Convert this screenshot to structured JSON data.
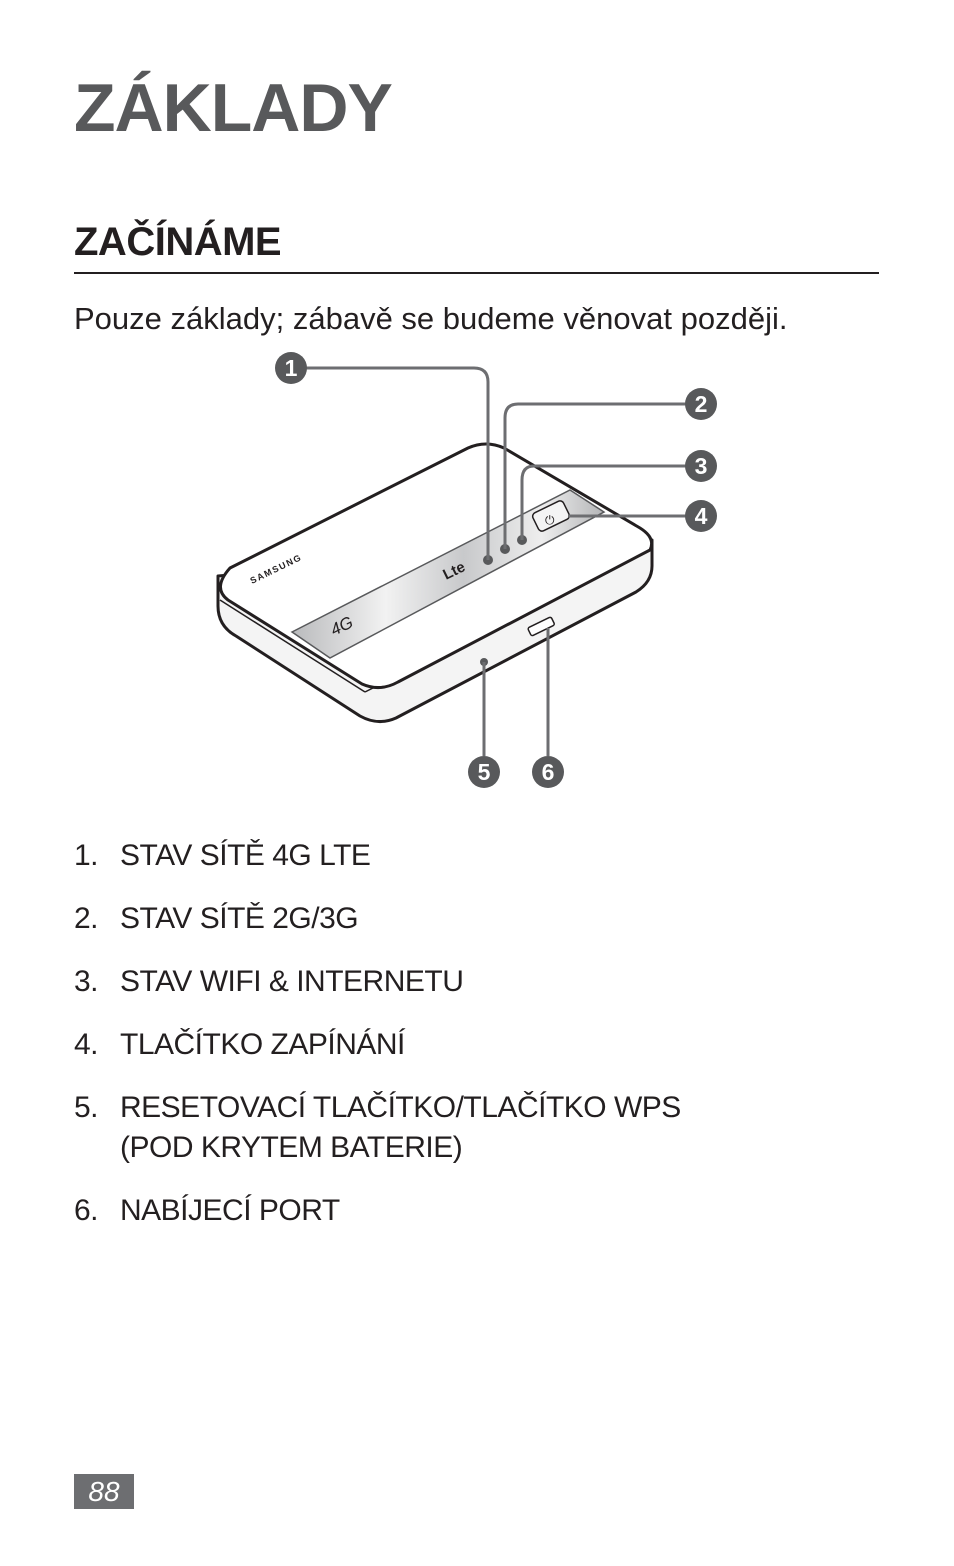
{
  "page": {
    "title": "ZÁKLADY",
    "section_title": "ZAČÍNÁME",
    "intro": "Pouze základy; zábavě se budeme věnovat později.",
    "page_number": "88"
  },
  "figure": {
    "callouts": [
      "1",
      "2",
      "3",
      "4",
      "5",
      "6"
    ],
    "brand_text": "SAMSUNG",
    "band_label": "4G",
    "logo_text": "Lte",
    "power_symbol": "⏻"
  },
  "parts": [
    {
      "number": "1.",
      "label": "STAV SÍTĚ 4G LTE"
    },
    {
      "number": "2.",
      "label": "STAV SÍTĚ 2G/3G"
    },
    {
      "number": "3.",
      "label": "STAV WIFI & INTERNETU"
    },
    {
      "number": "4.",
      "label": "TLAČÍTKO ZAPÍNÁNÍ"
    },
    {
      "number": "5.",
      "label": "RESETOVACÍ TLAČÍTKO/TLAČÍTKO WPS (POD KRYTEM BATERIE)"
    },
    {
      "number": "6.",
      "label": "NABÍJECÍ PORT"
    }
  ]
}
